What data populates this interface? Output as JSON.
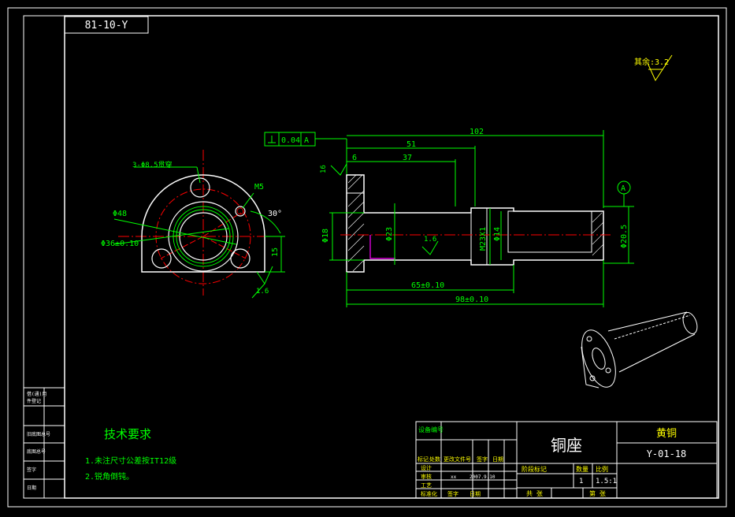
{
  "drawing": {
    "code_box_text": "81-10-Y",
    "surface_note": "其余:3.2",
    "datum_label": "A",
    "ftol_value": "0.04",
    "ftol_datum": "A"
  },
  "front_view": {
    "holes_label": "3-Φ8.5贯穿",
    "m5_label": "M5",
    "angle_label": "30°",
    "d48_label": "Φ48",
    "d36_label": "Φ36±0.10",
    "dim_15": "15",
    "rough_16": "1.6"
  },
  "side_view": {
    "dim_102": "102",
    "dim_51": "51",
    "dim_37": "37",
    "dim_6": "6",
    "dim_16_left": "16",
    "d18": "Φ18",
    "d23": "Φ23",
    "rough_16": "1.6",
    "m23": "M23X1",
    "d14": "Φ14",
    "d205": "Φ20.5",
    "dim_65": "65±0.10",
    "dim_98": "98±0.10"
  },
  "tech_req": {
    "title": "技术要求",
    "items": [
      "1.未注尺寸公差按IT12级",
      "2.锐角倒钝。"
    ]
  },
  "left_strip": {
    "rows": [
      "借(通)用",
      "件登记",
      "旧底图总号",
      "底图总号",
      "签字",
      "日期"
    ]
  },
  "title_block": {
    "equipment_code": "设备编号",
    "part_name": "铜座",
    "material": "黄铜",
    "drawing_no": "Y-01-18",
    "rev_headers": [
      "标记",
      "处数",
      "更改文件号",
      "签字",
      "日期"
    ],
    "roles": [
      "设计",
      "审核",
      "工艺",
      "标准化"
    ],
    "designer": "xx",
    "date": "2007.9.10",
    "stage_headers": [
      "阶段标记",
      "数量",
      "比例"
    ],
    "quantity": "1",
    "scale": "1.5:1",
    "sign_date": [
      "签字",
      "日期"
    ],
    "sheets": [
      "共 张",
      "第 张"
    ]
  }
}
